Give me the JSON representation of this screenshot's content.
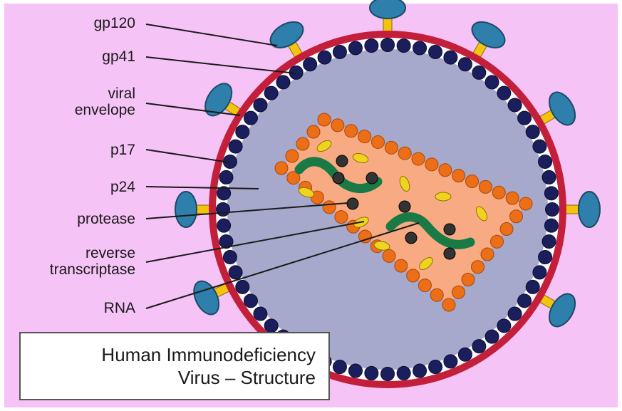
{
  "labels": {
    "gp120": "gp120",
    "gp41": "gp41",
    "envelope_line1": "viral",
    "envelope_line2": "envelope",
    "p17": "p17",
    "p24": "p24",
    "protease": "protease",
    "rt_line1": "reverse",
    "rt_line2": "transcriptase",
    "rna": "RNA"
  },
  "caption": {
    "line1": "Human Immunodeficiency",
    "line2": "Virus – Structure"
  },
  "colors": {
    "background": "#f6c3f6",
    "envelope": "#c41f3a",
    "membrane_gap": "#fbfbfb",
    "matrix_bead": "#1b1e5c",
    "core_fill": "#a6a8cc",
    "capsid_fill": "#f8aa82",
    "capsid_bead": "#ec6e17",
    "stalk": "#f3c40f",
    "knob": "#2f7fad",
    "rna": "#1a7a46",
    "enzyme": "#f0d31c",
    "protease_dot": "#333333"
  }
}
